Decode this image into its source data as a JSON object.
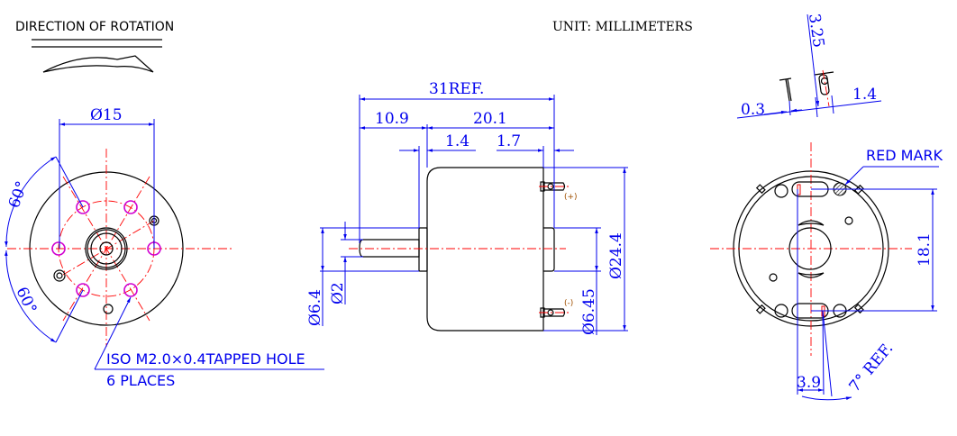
{
  "header": {
    "rotation_title": "DIRECTION OF ROTATION",
    "unit": "UNIT: MILLIMETERS"
  },
  "front_view": {
    "dia_label": "Ø15",
    "angle_top": "60°",
    "angle_bottom": "60°",
    "note_line1": "ISO M2.0×0.4TAPPED HOLE",
    "note_line2": "6 PLACES"
  },
  "side_view": {
    "overall": "31REF.",
    "shaft_length": "10.9",
    "body_length": "20.1",
    "boss_front": "1.4",
    "boss_rear": "1.7",
    "body_dia": "Ø24.4",
    "rear_boss_dia": "Ø6.45",
    "front_boss_dia": "Ø6.4",
    "shaft_dia": "Ø2",
    "terminal_plus": "(+)",
    "terminal_minus": "(-)"
  },
  "rear_view": {
    "red_mark": "RED MARK",
    "terminal_spacing": "18.1",
    "offset": "3.9",
    "angle": "7° REF.",
    "terminal_height": "3.25",
    "terminal_thickness": "0.3",
    "terminal_width": "1.4"
  },
  "colors": {
    "dimension": "#0000ee",
    "centerline": "#ff0000",
    "hole": "#d000d0"
  }
}
